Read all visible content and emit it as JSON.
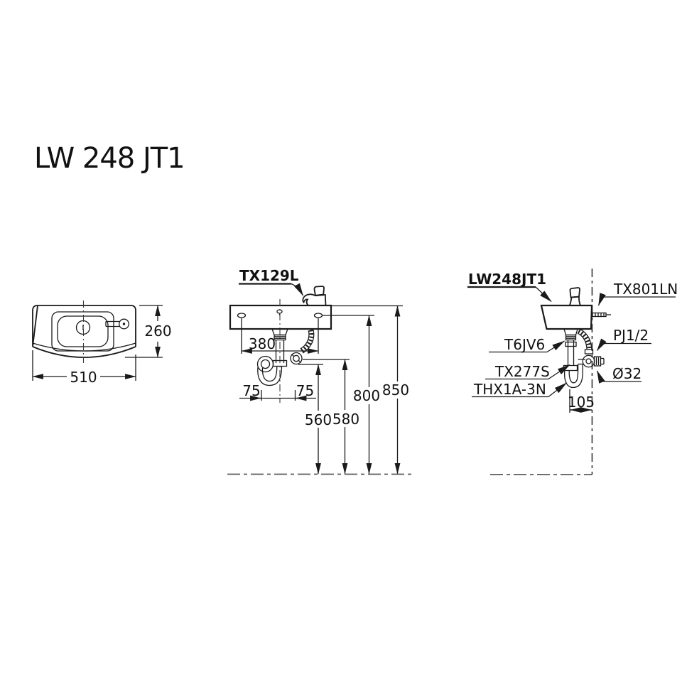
{
  "title": "LW 248 JT1",
  "colors": {
    "line": "#1a1a1a",
    "background": "#ffffff"
  },
  "top_view": {
    "width_mm": "510",
    "depth_mm": "260"
  },
  "front_view": {
    "faucet_model": "TX129L",
    "hole_spacing_mm": "380",
    "offset_left_mm": "75",
    "offset_right_mm": "75",
    "trap_outlet_height_mm": "560",
    "supply_height_mm": "580",
    "hole_height_mm": "800",
    "rim_height_mm": "850"
  },
  "side_view": {
    "basin_model": "LW248JT1",
    "supply_model": "TX801LN",
    "drain_fitting_model": "T6JV6",
    "supply_thread": "PJ1/2",
    "stop_valve_model": "TX277S",
    "trap_model": "THX1A-3N",
    "outlet_diameter": "Ø32",
    "wall_offset_mm": "105"
  }
}
